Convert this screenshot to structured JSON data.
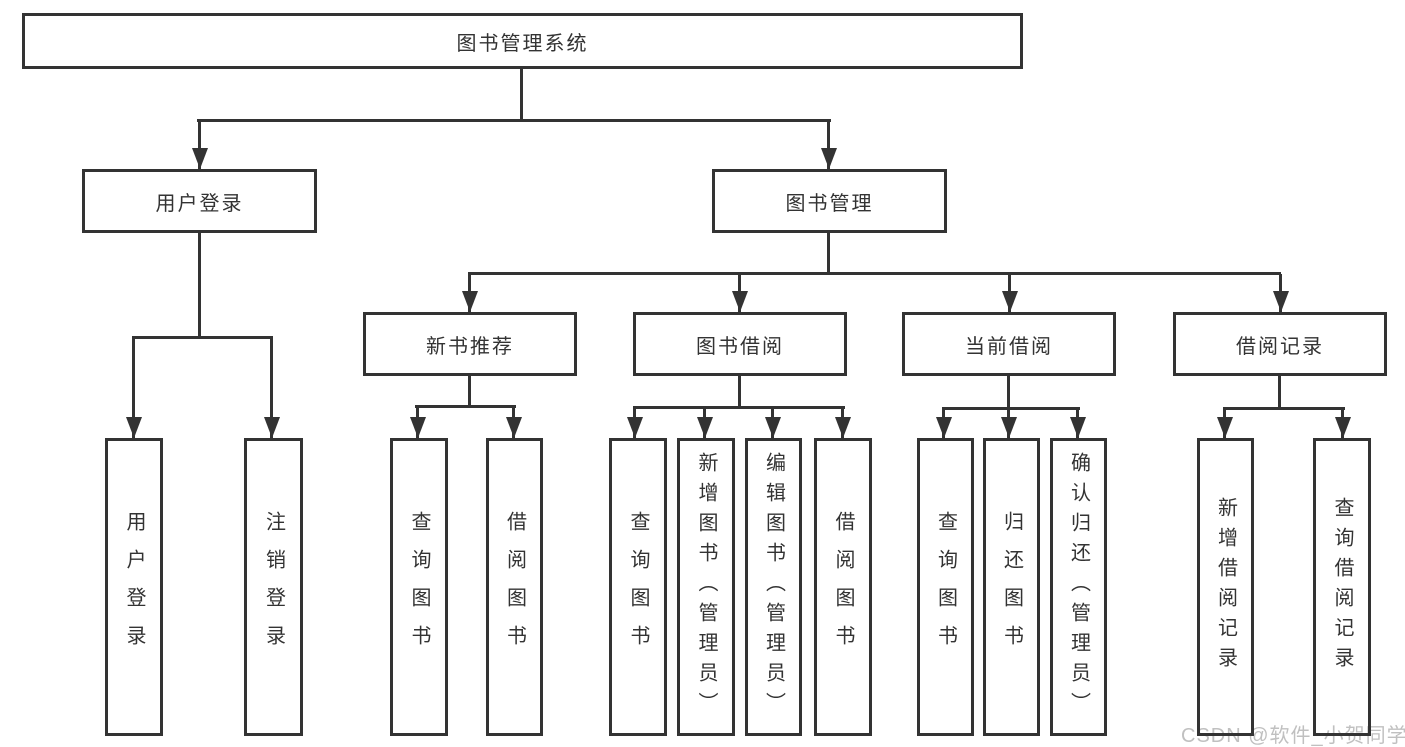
{
  "diagram": {
    "root": {
      "label": "图书管理系统"
    },
    "level2": [
      {
        "label": "用户登录"
      },
      {
        "label": "图书管理"
      }
    ],
    "level3": [
      {
        "label": "新书推荐"
      },
      {
        "label": "图书借阅"
      },
      {
        "label": "当前借阅"
      },
      {
        "label": "借阅记录"
      }
    ],
    "leaves": {
      "user_login": [
        {
          "label": "用户登录"
        },
        {
          "label": "注销登录"
        }
      ],
      "new_book": [
        {
          "label": "查询图书"
        },
        {
          "label": "借阅图书"
        }
      ],
      "borrow": [
        {
          "label": "查询图书"
        },
        {
          "label": "新增图书（管理员）"
        },
        {
          "label": "编辑图书（管理员）"
        },
        {
          "label": "借阅图书"
        }
      ],
      "current": [
        {
          "label": "查询图书"
        },
        {
          "label": "归还图书"
        },
        {
          "label": "确认归还（管理员）"
        }
      ],
      "records": [
        {
          "label": "新增借阅记录"
        },
        {
          "label": "查询借阅记录"
        }
      ]
    },
    "watermark": "CSDN @软件_小贺同学",
    "colors": {
      "line": "#333333",
      "text": "#333333",
      "background": "#ffffff",
      "watermark": "#c0c0c0"
    }
  }
}
